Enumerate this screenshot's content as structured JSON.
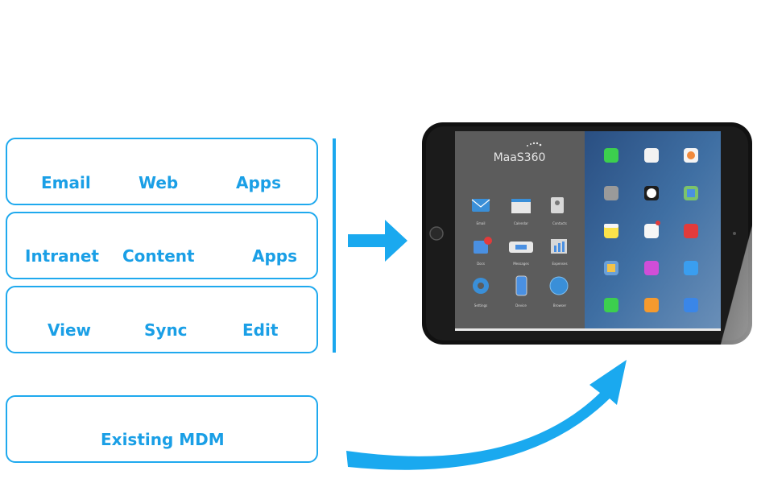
{
  "boxes": [
    {
      "labels": [
        "Email",
        "Web",
        "Apps"
      ]
    },
    {
      "labels": [
        "Intranet",
        "Content",
        "Apps"
      ]
    },
    {
      "labels": [
        "View",
        "Sync",
        "Edit"
      ]
    }
  ],
  "existing": {
    "label": "Existing MDM"
  },
  "tablet": {
    "brand": "MaaS360",
    "apps": [
      "Email",
      "Calendar",
      "Contacts",
      "Docs",
      "Messages",
      "Expenses",
      "Settings",
      "Device",
      "Browser"
    ]
  },
  "colors": {
    "accent": "#1fa9ee",
    "label": "#1a9fe6"
  }
}
